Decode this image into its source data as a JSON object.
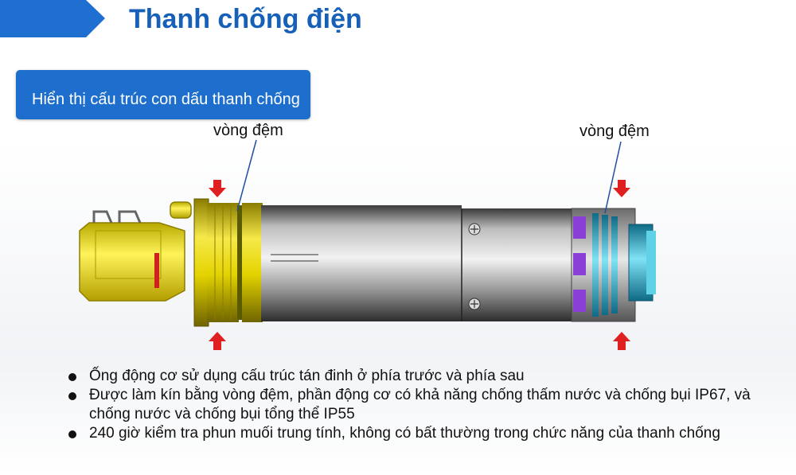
{
  "header": {
    "title": "Thanh chống điện"
  },
  "callout": {
    "text": "Hiển thị cấu trúc con dấu thanh chống"
  },
  "labels": {
    "seal_left": "vòng đệm",
    "seal_right": "vòng đệm"
  },
  "bullets": [
    "Ống động cơ sử dụng cấu trúc tán đinh ở phía trước và phía sau",
    "Được làm kín bằng vòng đệm, phần động cơ có khả năng chống thấm nước và chống bụi IP67, và chống nước và chống bụi tổng thể IP55",
    "240 giờ kiểm tra phun muối trung tính, không có bất thường trong chức năng của thanh chống"
  ],
  "colors": {
    "accent": "#1f6fd0",
    "title": "#1660b8",
    "connector": "#f2d400",
    "seal_purple": "#8a3fd6",
    "seal_cyan": "#2bb0d6",
    "arrow": "#e02020"
  },
  "icons": [
    "arrow-down-icon",
    "arrow-up-icon",
    "bullet-dot-icon"
  ]
}
